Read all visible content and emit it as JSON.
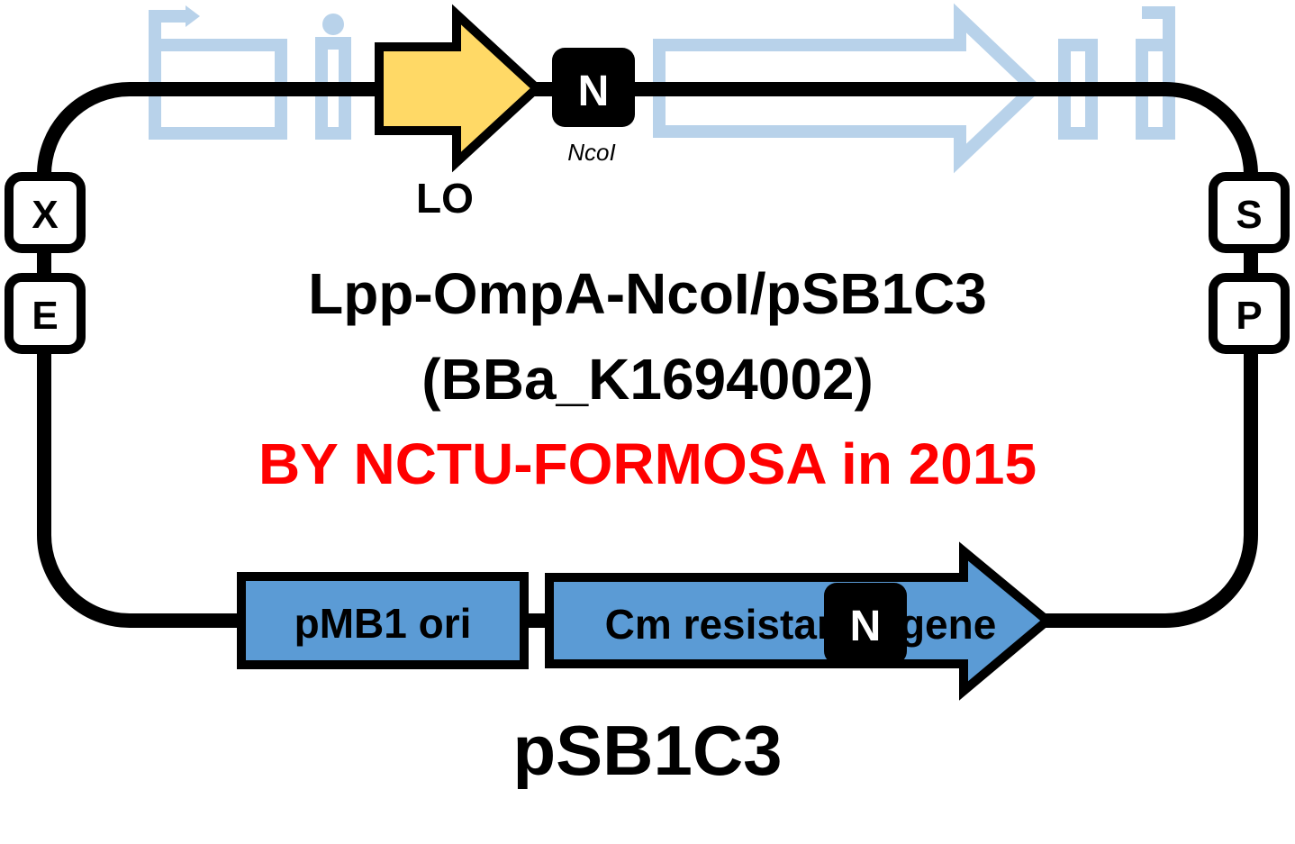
{
  "colors": {
    "backbone": "#000000",
    "faded_parts": "#b8d2ea",
    "lo_part": "#ffd966",
    "backbone_parts": "#5b9bd5",
    "subtitle": "#ff0000",
    "site_box_fill": "#ffffff",
    "n_site_fill": "#000000",
    "n_site_text": "#ffffff"
  },
  "insert": {
    "part_label": "LO",
    "site_letter": "N",
    "site_name": "NcoI"
  },
  "sites": {
    "x": "X",
    "e": "E",
    "s": "S",
    "p": "P"
  },
  "title": {
    "line1": "Lpp-OmpA-NcoI/pSB1C3",
    "line2": "(BBa_K1694002)",
    "line3": "BY NCTU-FORMOSA in 2015"
  },
  "backbone": {
    "ori_label": "pMB1 ori",
    "resistance_label": "Cm resistance gene",
    "internal_site_letter": "N",
    "name": "pSB1C3"
  },
  "icons": [
    "promoter-icon",
    "rbs-icon",
    "cds-icon",
    "terminator-icon"
  ]
}
